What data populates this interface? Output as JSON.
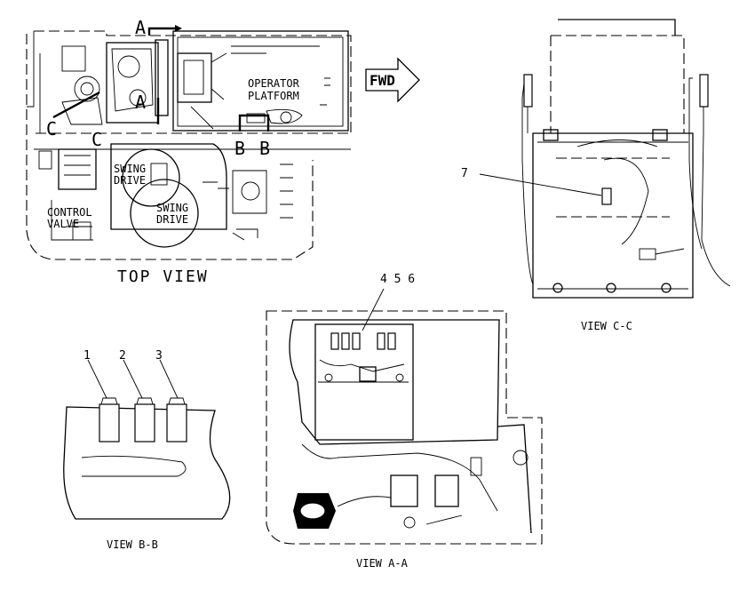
{
  "top_view": {
    "section_a_top": "A",
    "section_a_bottom": "A",
    "operator_line1": "OPERATOR",
    "operator_line2": "PLATFORM",
    "section_c_left": "C",
    "section_c_right": "C",
    "section_b_left": "B",
    "section_b_right": "B",
    "swing_drive_upper_1": "SWING",
    "swing_drive_upper_2": "DRIVE",
    "swing_drive_lower_1": "SWING",
    "swing_drive_lower_2": "DRIVE",
    "control_valve_1": "CONTROL",
    "control_valve_2": "VALVE",
    "title": "TOP VIEW"
  },
  "fwd_arrow": {
    "label": "FWD"
  },
  "view_cc": {
    "callout": "7",
    "title": "VIEW C-C"
  },
  "view_aa": {
    "callout": "4 5 6",
    "title": "VIEW A-A"
  },
  "view_bb": {
    "callouts": [
      "1",
      "2",
      "3"
    ],
    "title": "VIEW B-B"
  }
}
